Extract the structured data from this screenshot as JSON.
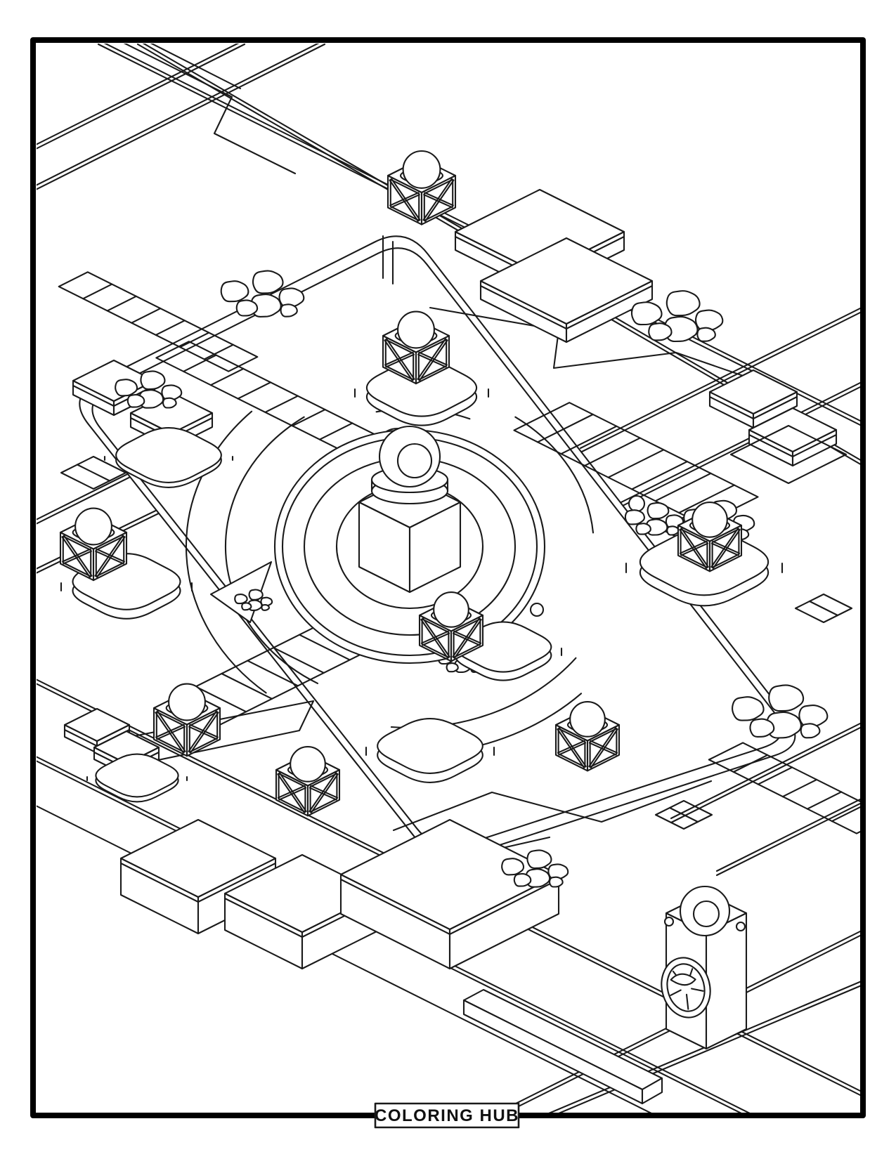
{
  "page": {
    "background": "#ffffff",
    "line_color": "#1a1a1a",
    "frame_color": "#000000",
    "kind": "printable coloring page"
  },
  "footer": {
    "label": "COLORING HUB"
  },
  "scene": {
    "title": "Isometric city plaza with central fountain",
    "style": "black-and-white outline line art, isometric projection",
    "elements": [
      {
        "name": "central-fountain",
        "description": "round tiered basin with cube pedestal, column and sphere finial",
        "count": 1
      },
      {
        "name": "caged-sphere-lantern",
        "description": "open cube crate with X-braced sides holding a sphere",
        "count": 8
      },
      {
        "name": "rounded-platform",
        "description": "rounded isometric pads under lanterns",
        "count": 5
      },
      {
        "name": "crosswalk-stripes",
        "count": 2
      },
      {
        "name": "stair-strip",
        "count": 3
      },
      {
        "name": "rock-cluster",
        "count": 9
      },
      {
        "name": "slab-block",
        "count": 12
      },
      {
        "name": "meter-box",
        "description": "box with ring on top and spoked dial on its face",
        "count": 1
      },
      {
        "name": "diamond-floor-tile",
        "count": 4
      },
      {
        "name": "road",
        "count": 8
      }
    ]
  }
}
